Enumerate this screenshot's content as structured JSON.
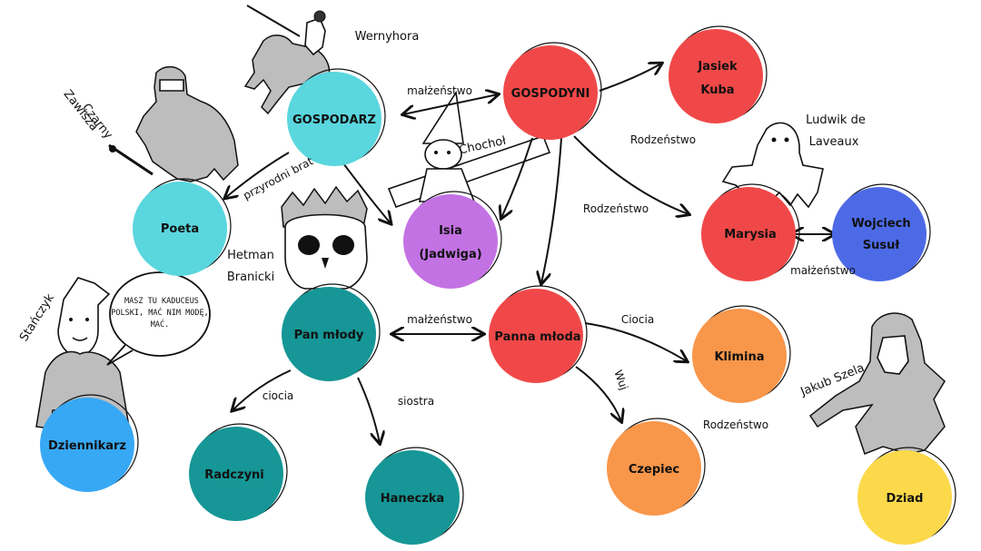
{
  "colors": {
    "cyan": "#5ad6de",
    "red": "#f04848",
    "purple": "#c372e3",
    "teal": "#169696",
    "orange": "#f8964a",
    "blue": "#4d6ae6",
    "sky": "#37a8f4",
    "yellow": "#fbd94a"
  },
  "nodes": {
    "gospodarz": "GOSPODARZ",
    "gospodyni": "GOSPODYNI",
    "jasiek": "Jasiek",
    "kuba": "Kuba",
    "poeta": "Poeta",
    "isia": "Isia",
    "isia_sub": "(Jadwiga)",
    "marysia": "Marysia",
    "wojciech": "Wojciech",
    "wojciech_sub": "Susuł",
    "pan_mlody": "Pan młody",
    "panna_mloda": "Panna młoda",
    "klimina": "Klimina",
    "radczyni": "Radczyni",
    "haneczka": "Haneczka",
    "czepiec": "Czepiec",
    "dziennikarz": "Dziennikarz",
    "dziad": "Dziad"
  },
  "edges": {
    "malzenstwo_top": "małżeństwo",
    "malzenstwo_mid": "małżeństwo",
    "malzenstwo_right": "małżeństwo",
    "przyrodni_brat": "przyrodni brat",
    "rodzenstwo_1": "Rodzeństwo",
    "rodzenstwo_2": "Rodzeństwo",
    "rodzenstwo_3": "Rodzeństwo",
    "ciocia_right": "Ciocia",
    "ciocia_left": "ciocia",
    "siostra": "siostra",
    "wuj": "Wuj"
  },
  "figures": {
    "wernyhora": "Wernyhora",
    "zawisza_1": "Zawisza",
    "zawisza_2": "Czarny",
    "chochol": "Chochoł",
    "ludwik_1": "Ludwik de",
    "ludwik_2": "Laveaux",
    "hetman_1": "Hetman",
    "hetman_2": "Branicki",
    "stanczyk": "Stańczyk",
    "jakub": "Jakub Szela"
  },
  "speech": {
    "line1": "MASZ TU KADUCEUS",
    "line2": "POLSKI, MAĆ NIM MODĘ,",
    "line3": "MAĆ."
  }
}
